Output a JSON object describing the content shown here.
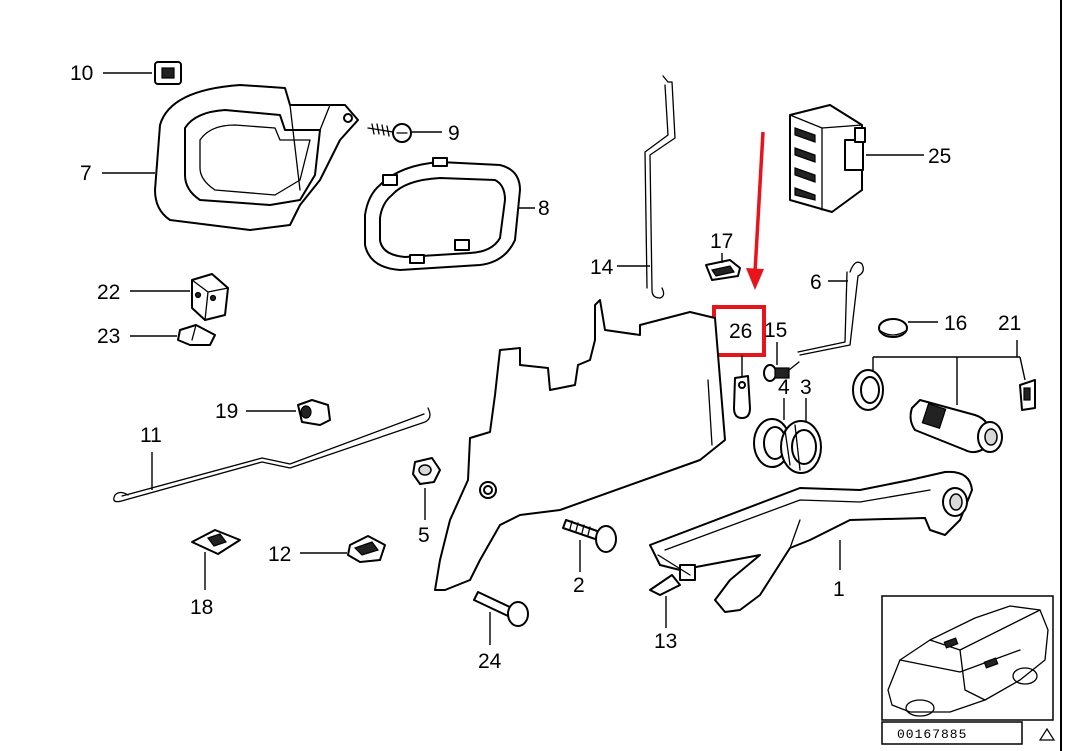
{
  "callouts": {
    "n1": "1",
    "n2": "2",
    "n3": "3",
    "n4": "4",
    "n5": "5",
    "n6": "6",
    "n7": "7",
    "n8": "8",
    "n9": "9",
    "n10": "10",
    "n11": "11",
    "n12": "12",
    "n13": "13",
    "n14": "14",
    "n15": "15",
    "n16": "16",
    "n17": "17",
    "n18": "18",
    "n19": "19",
    "n21": "21",
    "n22": "22",
    "n23": "23",
    "n24": "24",
    "n25": "25",
    "n26": "26"
  },
  "highlight": {
    "part": "26",
    "color": "#e8141b"
  },
  "inset": {
    "reference_number": "00167885"
  },
  "icons": {
    "corner": "triangle-icon"
  }
}
